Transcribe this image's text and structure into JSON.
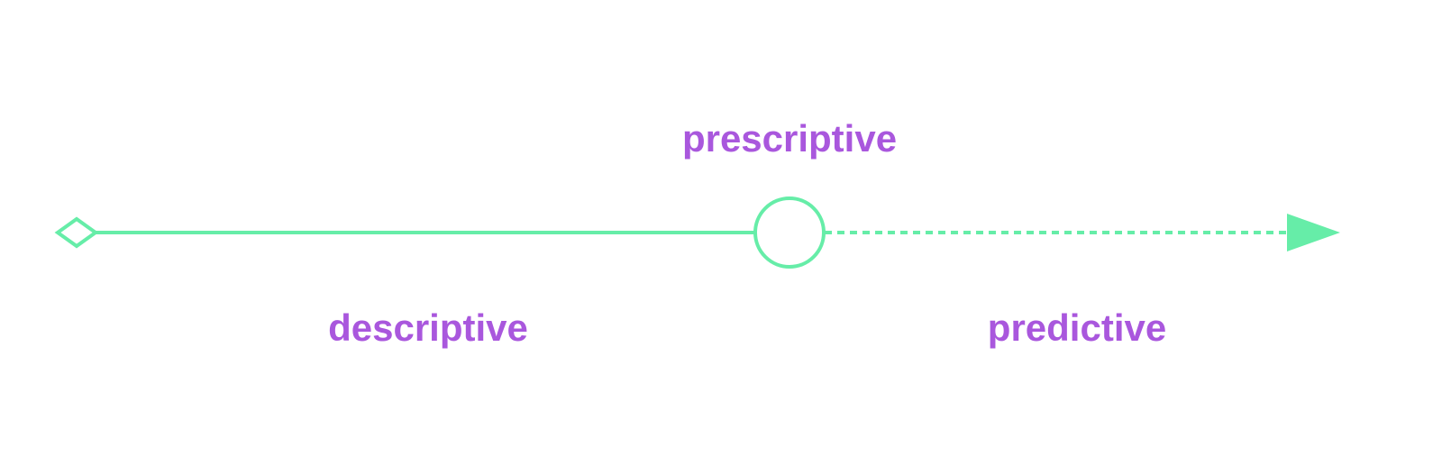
{
  "colors": {
    "line": "#66EDA8",
    "text": "#A957DD"
  },
  "labels": {
    "prescriptive": "prescriptive",
    "descriptive": "descriptive",
    "predictive": "predictive"
  }
}
